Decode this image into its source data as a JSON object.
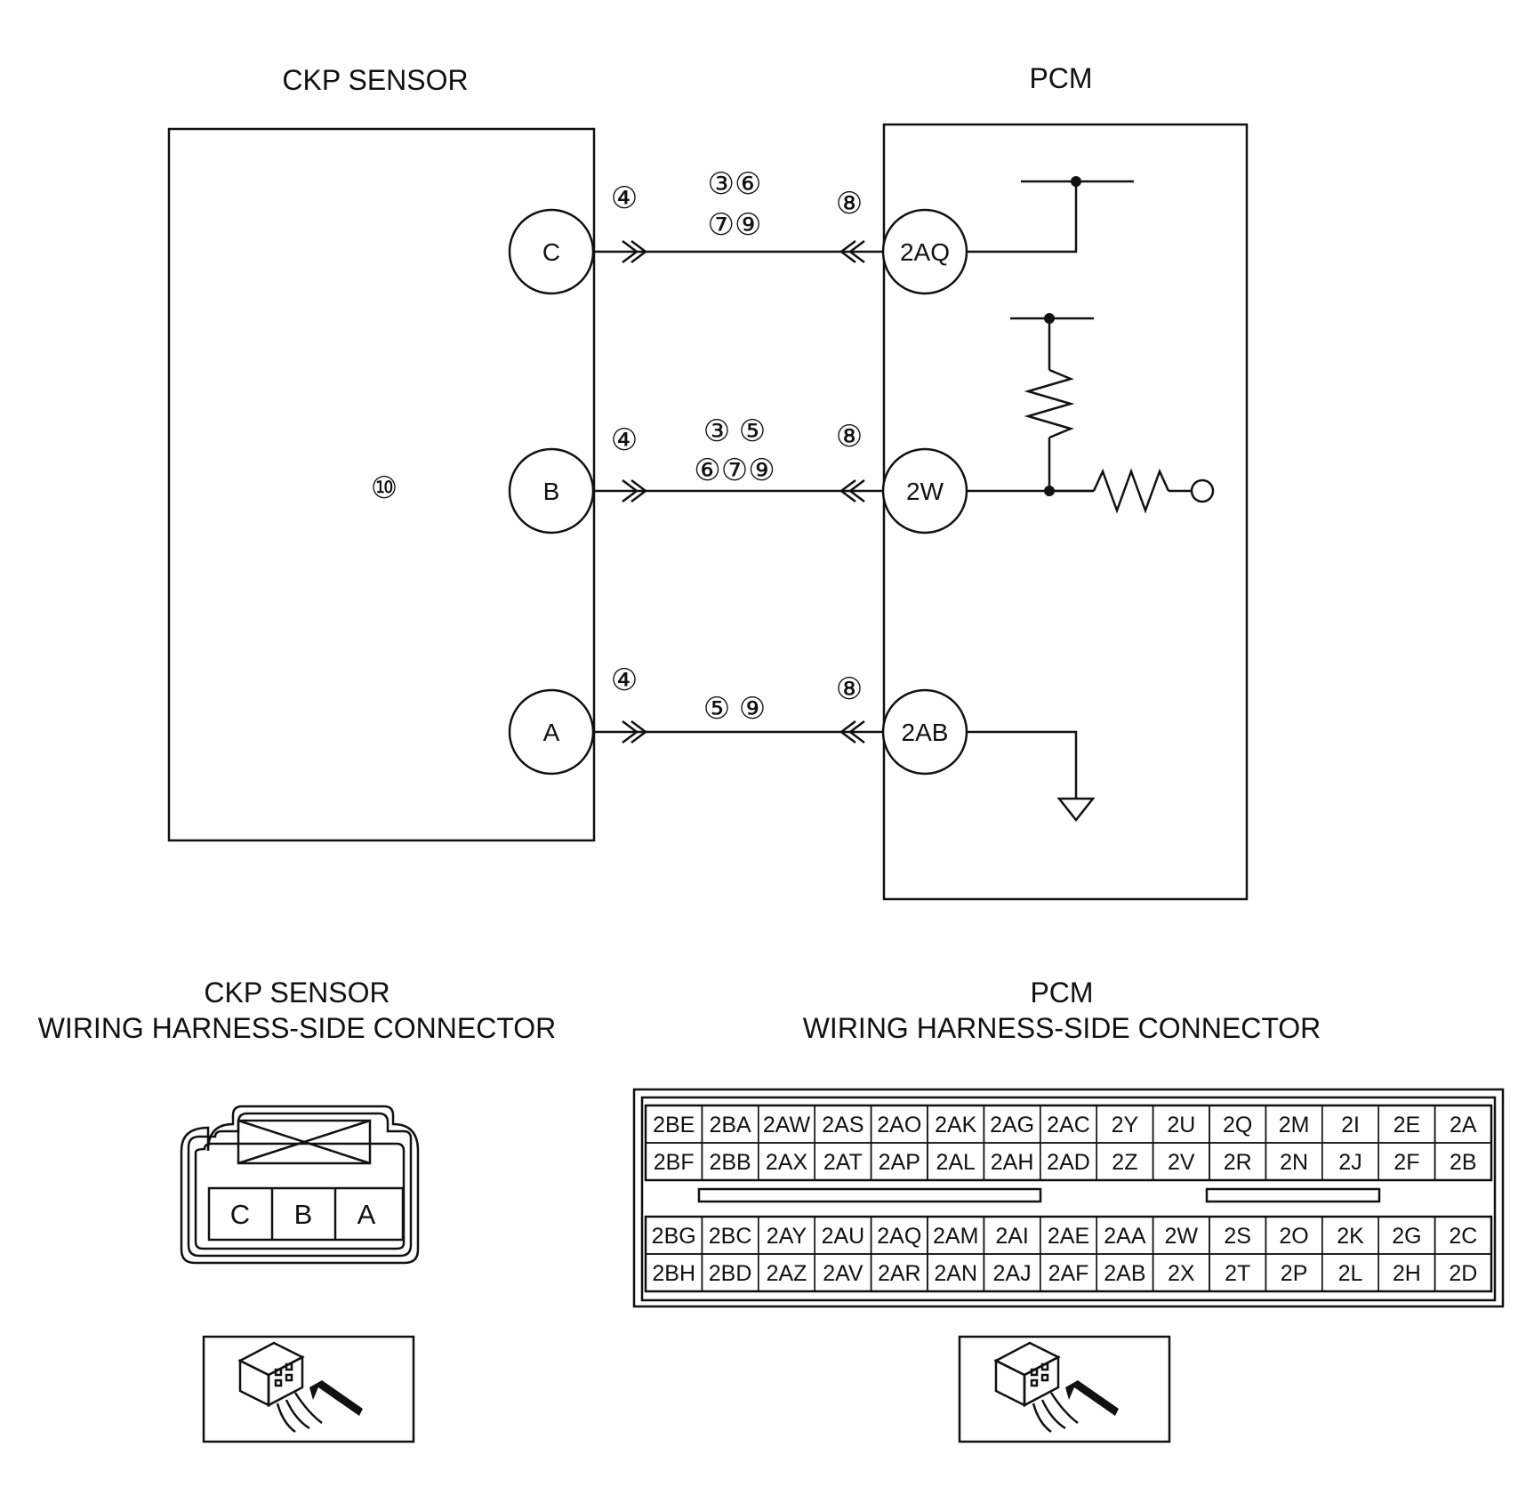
{
  "titles": {
    "ckp_sensor": "CKP SENSOR",
    "pcm": "PCM"
  },
  "connector_titles": {
    "ckp_line1": "CKP SENSOR",
    "ckp_line2": "WIRING HARNESS-SIDE CONNECTOR",
    "pcm_line1": "PCM",
    "pcm_line2": "WIRING HARNESS-SIDE CONNECTOR"
  },
  "sensor_pins": [
    "C",
    "B",
    "A"
  ],
  "pcm_pins": [
    "2AQ",
    "2W",
    "2AB"
  ],
  "step_markers": {
    "sensor_body": "⑩",
    "c_line_sensor": "④",
    "c_line_mid_row1": "③⑥",
    "c_line_mid_row2": "⑦⑨",
    "c_line_pcm": "⑧",
    "b_line_sensor": "④",
    "b_line_mid_row1": "③ ⑤",
    "b_line_mid_row2": "⑥⑦⑨",
    "b_line_pcm": "⑧",
    "a_line_sensor": "④",
    "a_line_mid": "⑤ ⑨",
    "a_line_pcm": "⑧"
  },
  "ckp_connector_cells": [
    "C",
    "B",
    "A"
  ],
  "pcm_connector": {
    "upper_rows": [
      [
        "2BE",
        "2BA",
        "2AW",
        "2AS",
        "2AO",
        "2AK",
        "2AG",
        "2AC",
        "2Y",
        "2U",
        "2Q",
        "2M",
        "2I",
        "2E",
        "2A"
      ],
      [
        "2BF",
        "2BB",
        "2AX",
        "2AT",
        "2AP",
        "2AL",
        "2AH",
        "2AD",
        "2Z",
        "2V",
        "2R",
        "2N",
        "2J",
        "2F",
        "2B"
      ]
    ],
    "lower_rows": [
      [
        "2BG",
        "2BC",
        "2AY",
        "2AU",
        "2AQ",
        "2AM",
        "2AI",
        "2AE",
        "2AA",
        "2W",
        "2S",
        "2O",
        "2K",
        "2G",
        "2C"
      ],
      [
        "2BH",
        "2BD",
        "2AZ",
        "2AV",
        "2AR",
        "2AN",
        "2AJ",
        "2AF",
        "2AB",
        "2X",
        "2T",
        "2P",
        "2L",
        "2H",
        "2D"
      ]
    ]
  }
}
